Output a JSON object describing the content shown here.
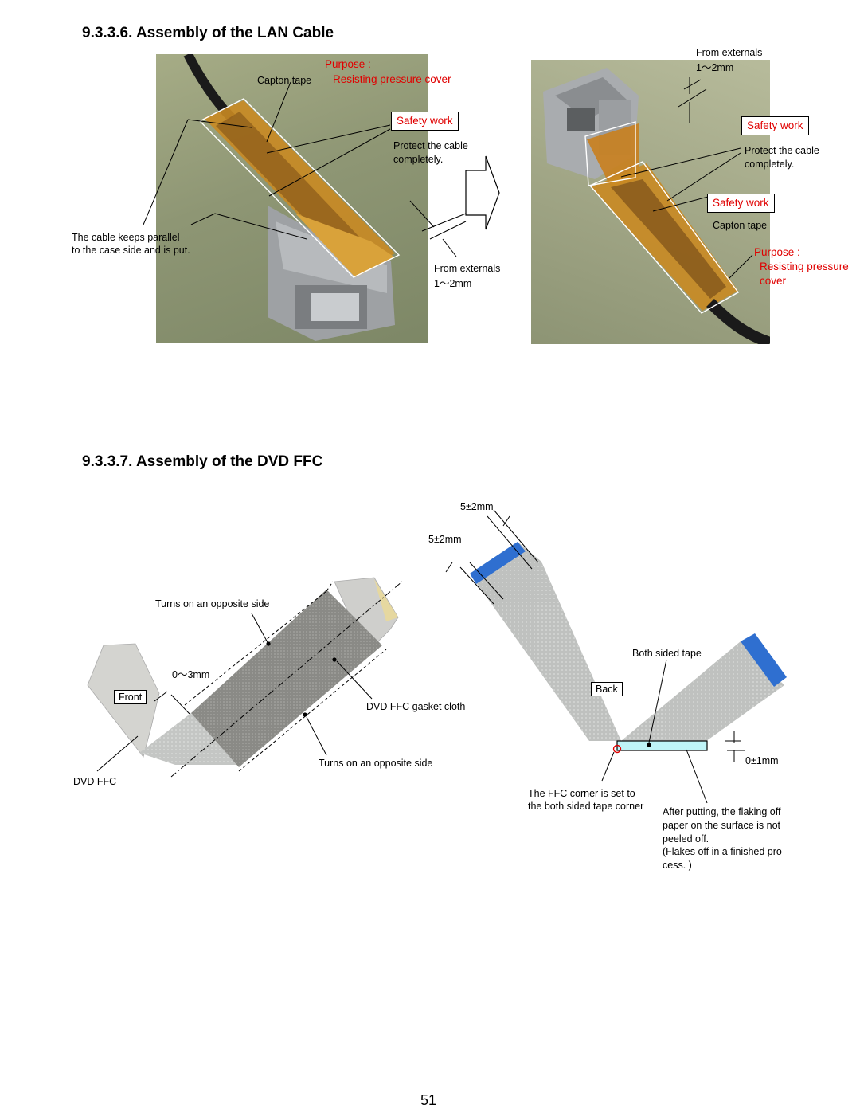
{
  "section1": {
    "title": "9.3.3.6. Assembly of the LAN Cable",
    "left": {
      "capton_tape": "Capton tape",
      "purpose_label": "Purpose :",
      "purpose_text": "Resisting pressure cover",
      "safety_work": "Safety work",
      "protect_line1": "Protect the cable",
      "protect_line2": "completely.",
      "parallel_line1": "The cable keeps parallel",
      "parallel_line2": "to the case side and is put.",
      "from_externals": "From externals",
      "gap": "1～2mm"
    },
    "right": {
      "from_externals": "From externals",
      "gap": "1～2mm",
      "safety_work_1": "Safety work",
      "protect_line1": "Protect the cable",
      "protect_line2": "completely.",
      "safety_work_2": "Safety work",
      "capton_tape": "Capton tape",
      "purpose_label": "Purpose :",
      "purpose_line1": "Resisting pressure",
      "purpose_line2": "cover"
    }
  },
  "section2": {
    "title": "9.3.3.7. Assembly of the DVD FFC",
    "left": {
      "turns_top": "Turns on an opposite side",
      "gap": "0～3mm",
      "front": "Front",
      "gasket": "DVD FFC gasket cloth",
      "turns_bottom": "Turns on an opposite side",
      "dvd_ffc": "DVD FFC"
    },
    "right": {
      "dim1": "5±2mm",
      "dim2": "5±2mm",
      "both_sided_tape": "Both sided tape",
      "back": "Back",
      "dim3": "0±1mm",
      "corner_line1": "The FFC corner is set to",
      "corner_line2": "the both sided tape corner",
      "after_line1": "After putting, the flaking off",
      "after_line2": "paper on the surface is not",
      "after_line3": "peeled off.",
      "after_line4": "(Flakes off in a finished pro-",
      "after_line5": "cess. )"
    }
  },
  "page_number": "51"
}
